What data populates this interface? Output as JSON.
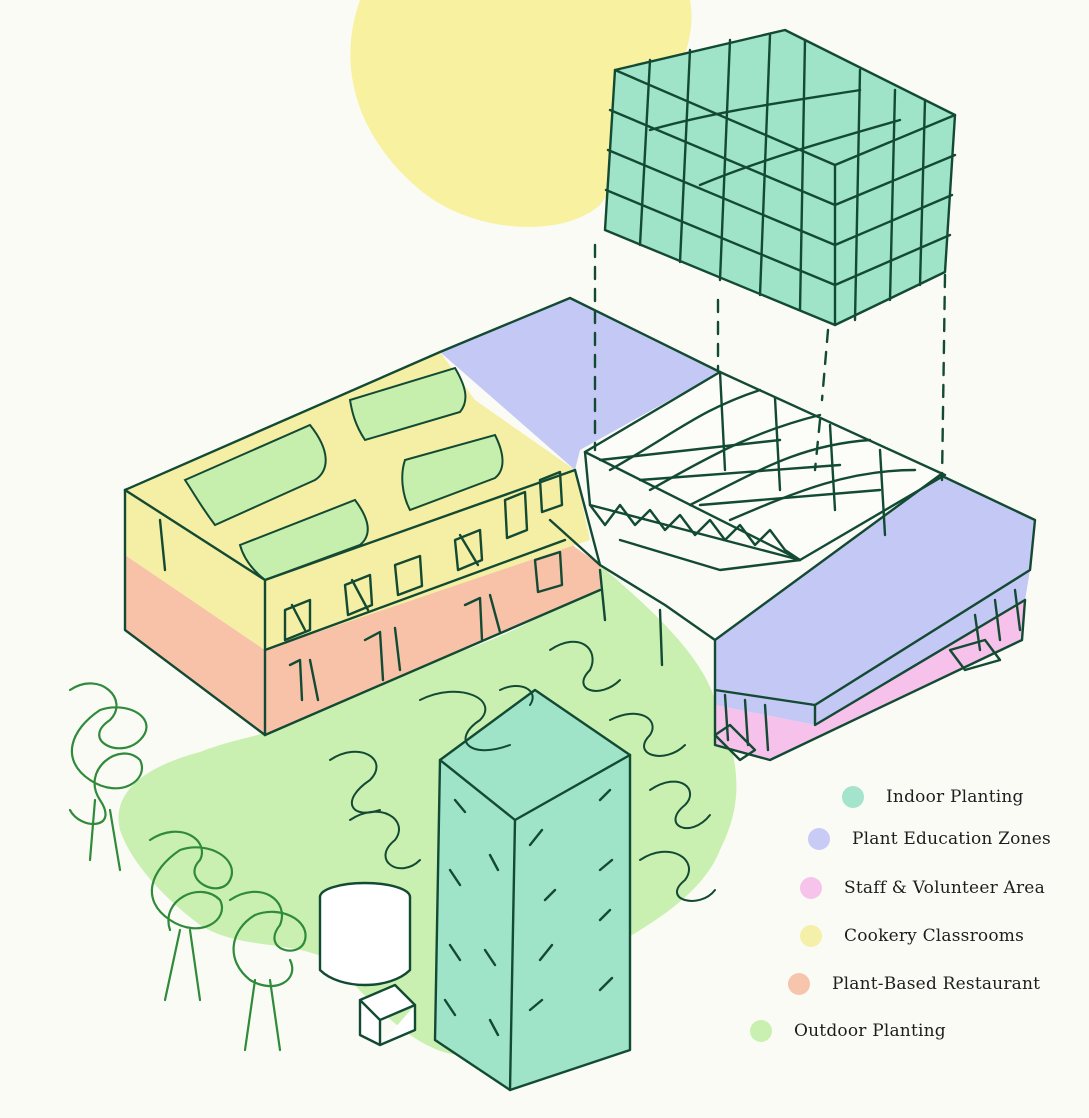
{
  "colors": {
    "indoor": "#9fe3c9",
    "education": "#c4c8f5",
    "staff": "#f6c1ea",
    "cookery": "#f4efa4",
    "restaurant": "#f7c2a8",
    "outdoor": "#c6efad",
    "sun": "#f7f1a0",
    "ink": "#134a33",
    "tree": "#2f8a3a"
  },
  "legend": [
    {
      "label": "Indoor Planting",
      "color": "#9fe3c9"
    },
    {
      "label": "Plant Education Zones",
      "color": "#c4c8f5"
    },
    {
      "label": "Staff & Volunteer Area",
      "color": "#f6c1ea"
    },
    {
      "label": "Cookery Classrooms",
      "color": "#f4efa4"
    },
    {
      "label": "Plant-Based Restaurant",
      "color": "#f7c2a8"
    },
    {
      "label": "Outdoor Planting",
      "color": "#c6efad"
    }
  ]
}
